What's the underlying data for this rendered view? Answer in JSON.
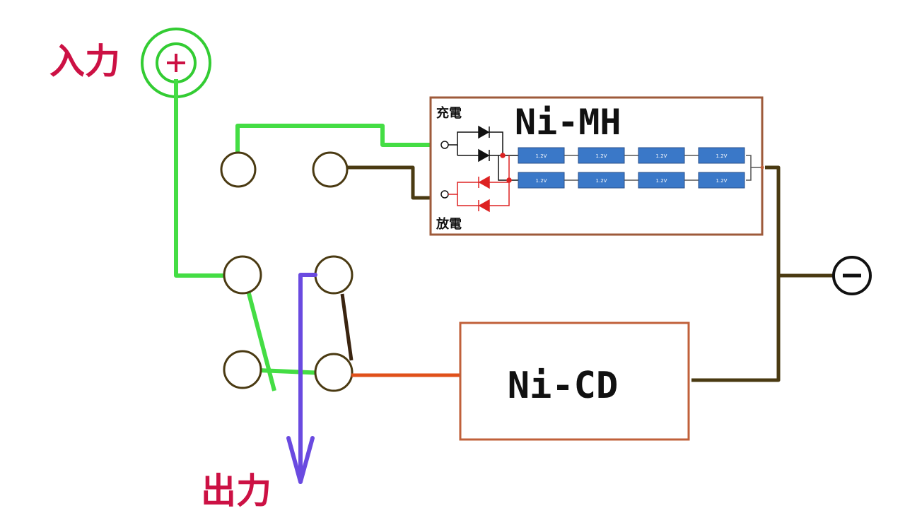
{
  "labels": {
    "input": "入力",
    "output": "出力",
    "plus": "+",
    "minus": "−",
    "nimh": "Ni-MH",
    "nicd": "Ni-CD",
    "charge": "充電",
    "discharge": "放電",
    "cell_voltage": "1.2V"
  },
  "colors": {
    "label_red": "#cc1144",
    "green_wire": "#44dd44",
    "input_ring": "#33cc33",
    "brown_wire": "#4a3a12",
    "box_border": "#9e5a3a",
    "nicd_border": "#c0603a",
    "orange_wire": "#e0501a",
    "purple_arrow": "#6a4ae0",
    "cell_fill": "#3a78c8",
    "red_diode": "#dd2222",
    "black": "#111111"
  },
  "nimh_pack": {
    "rows": 2,
    "cells_per_row": 4
  }
}
